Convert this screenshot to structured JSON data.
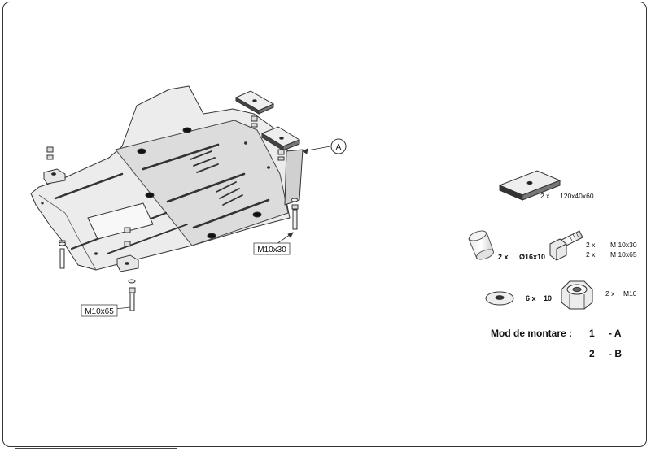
{
  "callouts": {
    "detail_letter": "A",
    "bolt_front": "M10x30",
    "bolt_rear": "M10x65"
  },
  "parts": [
    {
      "qty": "2 x",
      "size": "120x40x60",
      "name": "plate"
    },
    {
      "qty": "2 x",
      "size": "Ø16x10",
      "name": "spacer"
    },
    {
      "qty": "2 x",
      "size": "M 10x30",
      "name": "bolt-short"
    },
    {
      "qty": "2 x",
      "size": "M 10x65",
      "name": "bolt-long"
    },
    {
      "qty": "6 x",
      "size": "10",
      "name": "washer"
    },
    {
      "qty": "2 x",
      "size": "M10",
      "name": "nut"
    }
  ],
  "mounting": {
    "label": "Mod de montare :",
    "options": [
      {
        "number": "1",
        "letter": "- A"
      },
      {
        "number": "2",
        "letter": "- B"
      }
    ]
  }
}
